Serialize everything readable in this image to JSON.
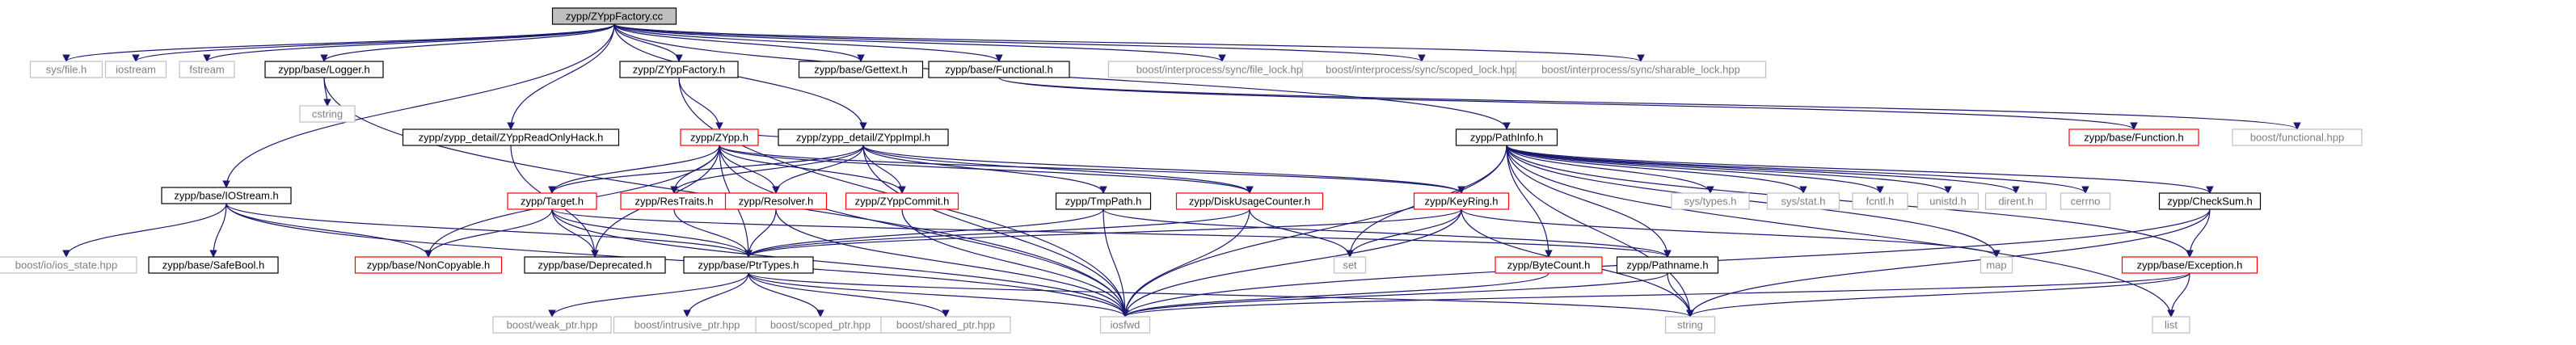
{
  "diagram": {
    "root": "zypp/ZYppFactory.cc",
    "colors": {
      "edge": "#191970",
      "root_fill": "#bfbfbf",
      "documented_border": "#000000",
      "truncated_border": "#ff0000",
      "external_border": "#bfbfbf"
    },
    "nodes": {
      "root": "zypp/ZYppFactory.cc",
      "sys_file": "sys/file.h",
      "iostream": "iostream",
      "fstream": "fstream",
      "logger": "zypp/base/Logger.h",
      "zyppfactory_h": "zypp/ZYppFactory.h",
      "gettext": "zypp/base/Gettext.h",
      "functional": "zypp/base/Functional.h",
      "file_lock": "boost/interprocess/sync/file_lock.hpp",
      "scoped_lock": "boost/interprocess/sync/scoped_lock.hpp",
      "sharable_lock": "boost/interprocess/sync/sharable_lock.hpp",
      "cstring": "cstring",
      "readonlyhack": "zypp/zypp_detail/ZYppReadOnlyHack.h",
      "zyppimpl": "zypp/zypp_detail/ZYppImpl.h",
      "zypp_h": "zypp/ZYpp.h",
      "pathinfo": "zypp/PathInfo.h",
      "function_h": "zypp/base/Function.h",
      "boost_functional": "boost/functional.hpp",
      "iostream_h": "zypp/base/IOStream.h",
      "target": "zypp/Target.h",
      "restraits": "zypp/ResTraits.h",
      "resolver": "zypp/Resolver.h",
      "zyppcommit": "zypp/ZYppCommit.h",
      "tmppath": "zypp/TmpPath.h",
      "diskusage": "zypp/DiskUsageCounter.h",
      "keyring": "zypp/KeyRing.h",
      "sys_types": "sys/types.h",
      "sys_stat": "sys/stat.h",
      "fcntl": "fcntl.h",
      "unistd": "unistd.h",
      "dirent": "dirent.h",
      "cerrno": "cerrno",
      "checksum": "zypp/CheckSum.h",
      "ios_state": "boost/io/ios_state.hpp",
      "safebool": "zypp/base/SafeBool.h",
      "noncopyable": "zypp/base/NonCopyable.h",
      "deprecated": "zypp/base/Deprecated.h",
      "ptrtypes": "zypp/base/PtrTypes.h",
      "set": "set",
      "bytecount": "zypp/ByteCount.h",
      "pathname": "zypp/Pathname.h",
      "map": "map",
      "exception": "zypp/base/Exception.h",
      "list": "list",
      "iosfwd": "iosfwd",
      "string": "string",
      "weak_ptr": "boost/weak_ptr.hpp",
      "intrusive_ptr": "boost/intrusive_ptr.hpp",
      "scoped_ptr": "boost/scoped_ptr.hpp",
      "shared_ptr": "boost/shared_ptr.hpp"
    }
  }
}
